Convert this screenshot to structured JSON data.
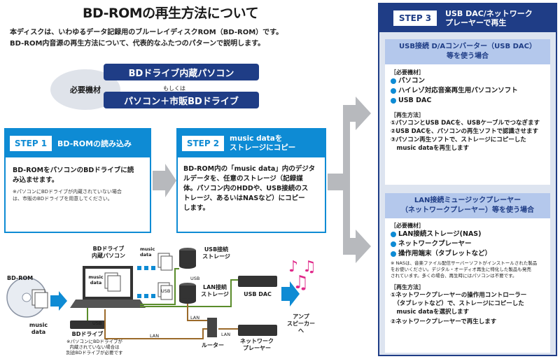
{
  "title": "BD-ROMの再生方法について",
  "intro": [
    "本ディスクは、いわゆるデータ記録用のブルーレイディスクROM（BD-ROM）です。",
    "BD-ROM内音源の再生方法について、代表的なふたつのパターンで説明します。"
  ],
  "requirements": {
    "label": "必要機材",
    "option1": "BDドライブ内蔵パソコン",
    "or": "もしくは",
    "option2": "パソコン＋市販BDドライブ"
  },
  "step1": {
    "tag": "STEP 1",
    "heading": "BD-ROMの読み込み",
    "body": [
      "BD-ROMをパソコンのBDドライブに読",
      "み込ませます。"
    ],
    "note": [
      "※パソコンにBDドライブが内蔵されていない場合",
      "は、市販のBDドライブを用意してください。"
    ]
  },
  "step2": {
    "tag": "STEP 2",
    "heading": [
      "music dataを",
      "ストレージにコピー"
    ],
    "body": [
      "BD-ROM内の「music data」内のデジタ",
      "ルデータを、任意のストレージ（記録媒",
      "体。パソコン内のHDDや、USB接続のス",
      "トレージ、あるいはNASなど）にコピー",
      "します。"
    ]
  },
  "step3": {
    "tag": "STEP 3",
    "heading": [
      "USB DAC/ネットワーク",
      "プレーヤーで再生"
    ],
    "usb": {
      "heading": [
        "USB接続 D/Aコンバーター（USB DAC）",
        "等を使う場合"
      ],
      "equipment_label": "［必要機材］",
      "equipment": [
        "パソコン",
        "ハイレゾ対応音楽再生用パソコンソフト",
        "USB DAC"
      ],
      "method_label": "［再生方法］",
      "method": [
        "①パソコンとUSB DACを、USBケーブルでつなぎます",
        "②USB DACを、パソコンの再生ソフトで認識させます",
        "③パソコン再生ソフトで、ストレージにコピーした",
        "　music dataを再生します"
      ]
    },
    "lan": {
      "heading": [
        "LAN接続ミュージックプレーヤー",
        "（ネットワークプレーヤー）等を使う場合"
      ],
      "equipment_label": "［必要機材］",
      "equipment": [
        "LAN接続ストレージ(NAS)",
        "ネットワークプレーヤー",
        "操作用端末（タブレットなど）"
      ],
      "note": [
        "※ NASは、音楽ファイル配信サーバーソフトがインストールされた製品",
        "をお使いください。デジタル・オーディオ再生に特化した製品も発売",
        "されています。多くの場合、再生時にはパソコンは不要です。"
      ],
      "method_label": "［再生方法］",
      "method": [
        "①ネットワークプレーヤーの操作用コントローラー",
        "　（タブレットなど）で、ストレージにコピーした",
        "　music dataを選択します",
        "②ネットワークプレーヤーで再生します"
      ]
    }
  },
  "diagram": {
    "bdrom": "BD-ROM",
    "disc_music": [
      "music",
      "data"
    ],
    "pc_label": [
      "BDドライブ",
      "内蔵パソコン"
    ],
    "pc_screen": [
      "music",
      "data"
    ],
    "bd_drive": "BDドライブ",
    "bd_drive_note": [
      "※パソコンにBDドライブが",
      "内蔵されていない場合は",
      "別途BDドライブが必要です"
    ],
    "usb_storage": [
      "USB接続",
      "ストレージ"
    ],
    "lan_storage": [
      "LAN接続",
      "ストレージ"
    ],
    "usb_dac": "USB DAC",
    "router": "ルーター",
    "network_player": [
      "ネットワーク",
      "プレーヤー"
    ],
    "amp": [
      "アンプ",
      "スピーカー",
      "へ"
    ],
    "copy_music": [
      "music",
      "data"
    ],
    "usb": "USB",
    "lan": "LAN"
  },
  "colors": {
    "navy": "#1f3d86",
    "blue": "#0e8bd4",
    "panel": "#dde4f0",
    "gray_arrow": "#b7b9bd",
    "green_line": "#5a8c2b",
    "brown_line": "#9b6a2a"
  }
}
